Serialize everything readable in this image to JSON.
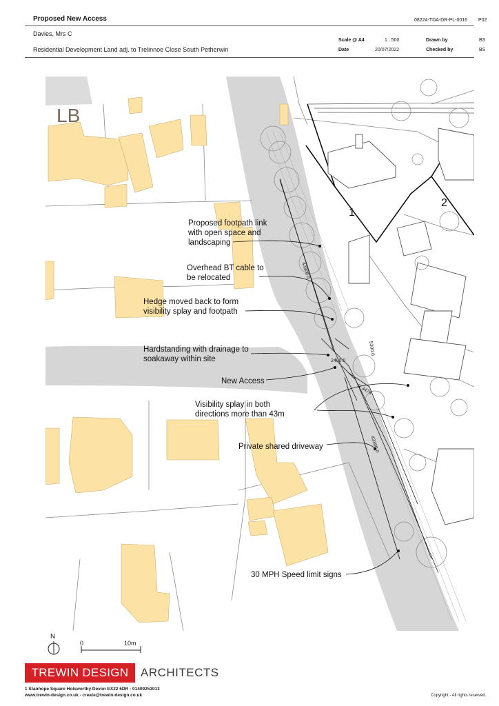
{
  "header": {
    "title": "Proposed New Access",
    "drawing_number": "08224-TDA-DR-PL-0016",
    "revision": "P02",
    "client": "Davies, Mrs C",
    "project": "Residential Development Land adj. to Trelinnoe Close South Petherwin",
    "scale_label": "Scale @ A4",
    "scale_value": "1 : 500",
    "drawn_by_label": "Drawn by",
    "drawn_by_value": "BS",
    "date_label": "Date",
    "date_value": "20/07/2022",
    "checked_by_label": "Checked by",
    "checked_by_value": "BS"
  },
  "map": {
    "marker_lb": "LB",
    "plot_1": "1",
    "plot_2": "2",
    "dimensions": {
      "d1": "43300.0",
      "d2": "5300.0",
      "d3": "2400.0",
      "d4": "R 3478",
      "d5": "43300.0"
    },
    "annotations": {
      "a1_l1": "Proposed footpath link",
      "a1_l2": "with open space and",
      "a1_l3": "landscaping",
      "a2_l1": "Overhead BT cable to",
      "a2_l2": "be relocated",
      "a3_l1": "Hedge moved back to form",
      "a3_l2": "visibility splay and footpath",
      "a4_l1": "Hardstanding with drainage to",
      "a4_l2": "soakaway within site",
      "a5_l1": "New Access",
      "a6_l1": "Visibility splay in both",
      "a6_l2": "directions more than 43m",
      "a7_l1": "Private shared driveway",
      "a8_l1": "30 MPH Speed limit signs"
    },
    "colors": {
      "building": "#fde2a6",
      "road": "#d6d6d6",
      "linework": "#888888"
    }
  },
  "footer": {
    "north": "N",
    "scale_0": "0",
    "scale_10": "10m",
    "logo_text": "TREWIN DESIGN",
    "logo_suffix": "ARCHITECTS",
    "address": "1 Stanhope Square  Holsworthy  Devon  EX22 6DR  -  01409253013",
    "web": "www.trewin-design.co.uk  -  create@trewin-design.co.uk",
    "copyright": "Copyright - All rights reserved."
  }
}
